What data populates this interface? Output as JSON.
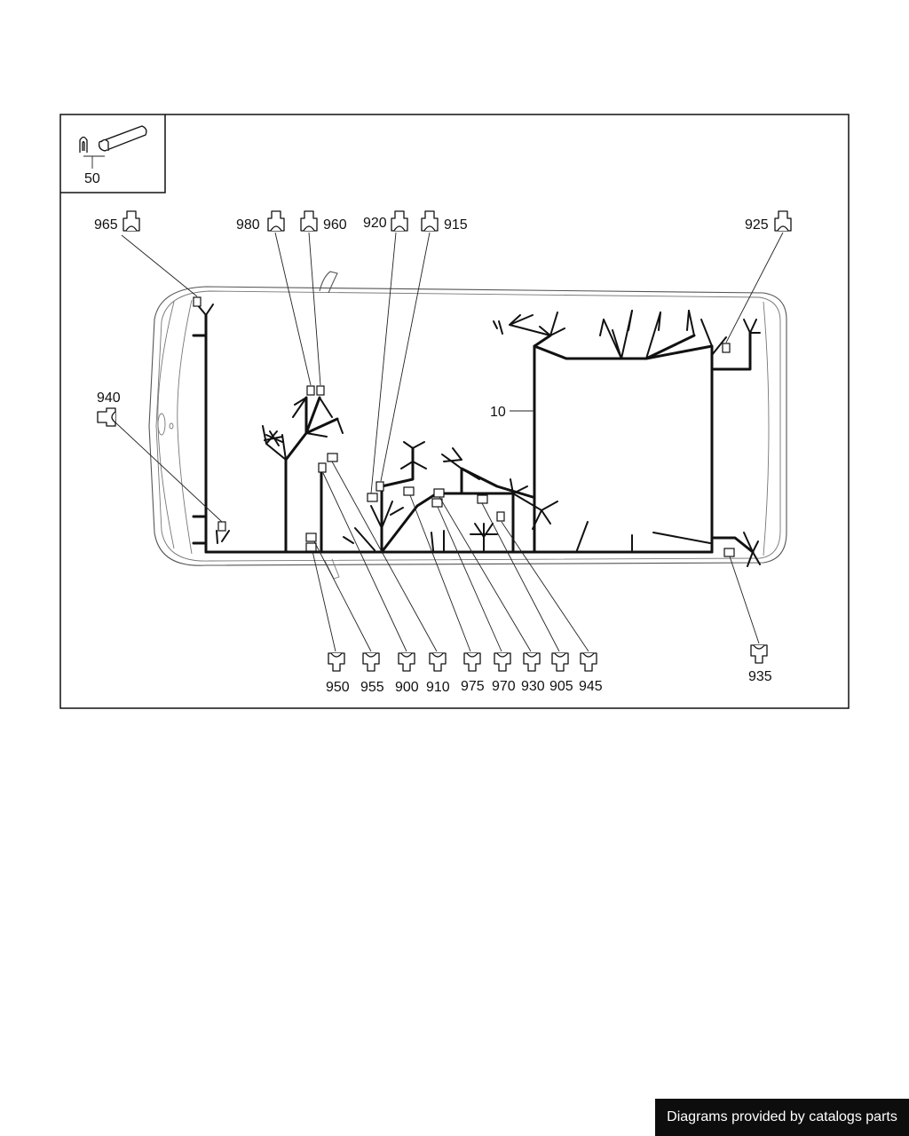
{
  "inset": {
    "part": "50"
  },
  "callouts": {
    "c10": "10",
    "c965": "965",
    "c980": "980",
    "c960": "960",
    "c920": "920",
    "c915": "915",
    "c925": "925",
    "c940": "940",
    "c935": "935",
    "c950": "950",
    "c955": "955",
    "c900": "900",
    "c910": "910",
    "c975": "975",
    "c970": "970",
    "c930": "930",
    "c905": "905",
    "c945": "945"
  },
  "footer": {
    "text": "Diagrams provided by catalogs parts"
  }
}
